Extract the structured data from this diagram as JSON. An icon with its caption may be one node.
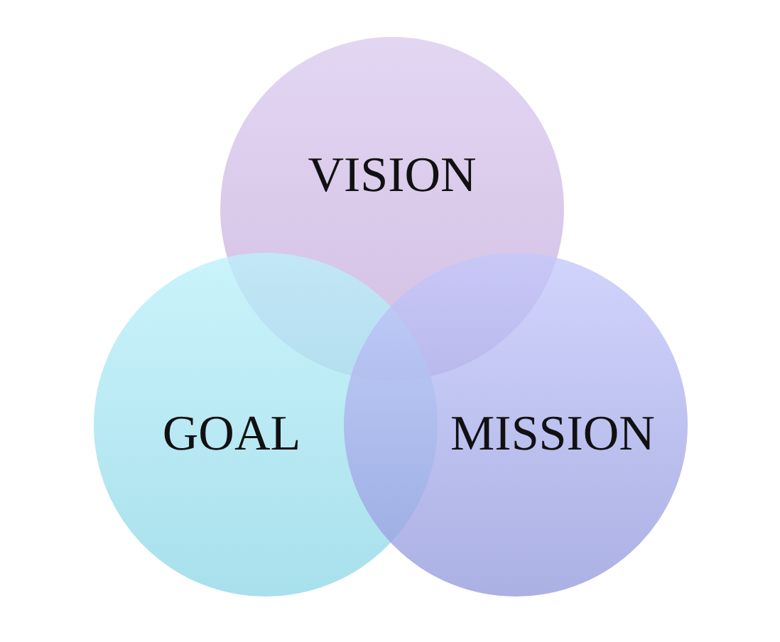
{
  "diagram": {
    "nodes": [
      {
        "text": [
          "VISION"
        ]
      },
      {
        "text": [
          "GOAL"
        ]
      },
      {
        "text": [
          "MISSION"
        ]
      }
    ]
  }
}
